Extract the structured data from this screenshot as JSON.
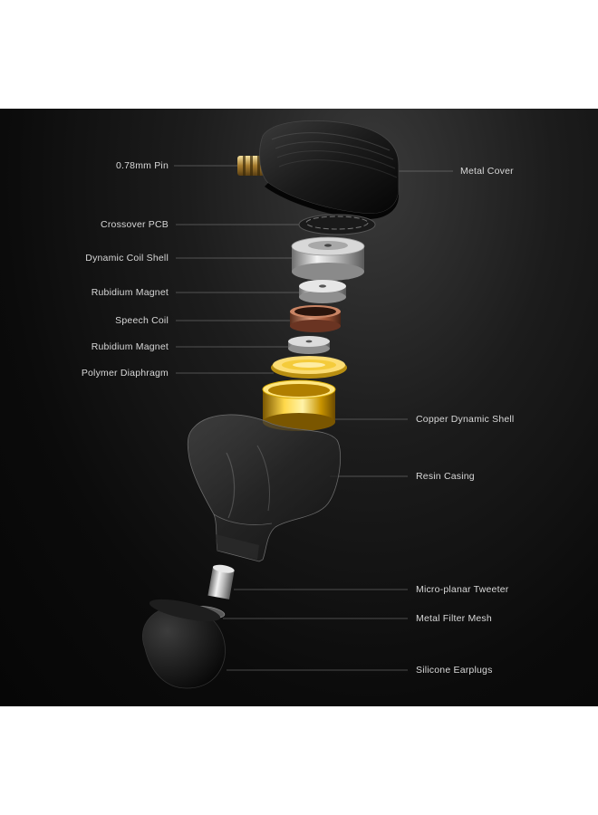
{
  "colors": {
    "background": "#0b0b0b",
    "label_text": "#d8d8d8",
    "leader_line": "#8a8a8a",
    "page_background": "#ffffff"
  },
  "labels_left": [
    {
      "id": "pin",
      "text": "0.78mm Pin"
    },
    {
      "id": "crossover-pcb",
      "text": "Crossover PCB"
    },
    {
      "id": "dynamic-coil-shell",
      "text": "Dynamic Coil Shell"
    },
    {
      "id": "rubidium-magnet-1",
      "text": "Rubidium Magnet"
    },
    {
      "id": "speech-coil",
      "text": "Speech Coil"
    },
    {
      "id": "rubidium-magnet-2",
      "text": "Rubidium Magnet"
    },
    {
      "id": "polymer-diaphragm",
      "text": "Polymer Diaphragm"
    }
  ],
  "labels_right": [
    {
      "id": "metal-cover",
      "text": "Metal Cover"
    },
    {
      "id": "copper-dynamic-shell",
      "text": "Copper Dynamic Shell"
    },
    {
      "id": "resin-casing",
      "text": "Resin Casing"
    },
    {
      "id": "micro-planar-tweeter",
      "text": "Micro-planar Tweeter"
    },
    {
      "id": "metal-filter-mesh",
      "text": "Metal Filter Mesh"
    },
    {
      "id": "silicone-earplugs",
      "text": "Silicone Earplugs"
    }
  ]
}
